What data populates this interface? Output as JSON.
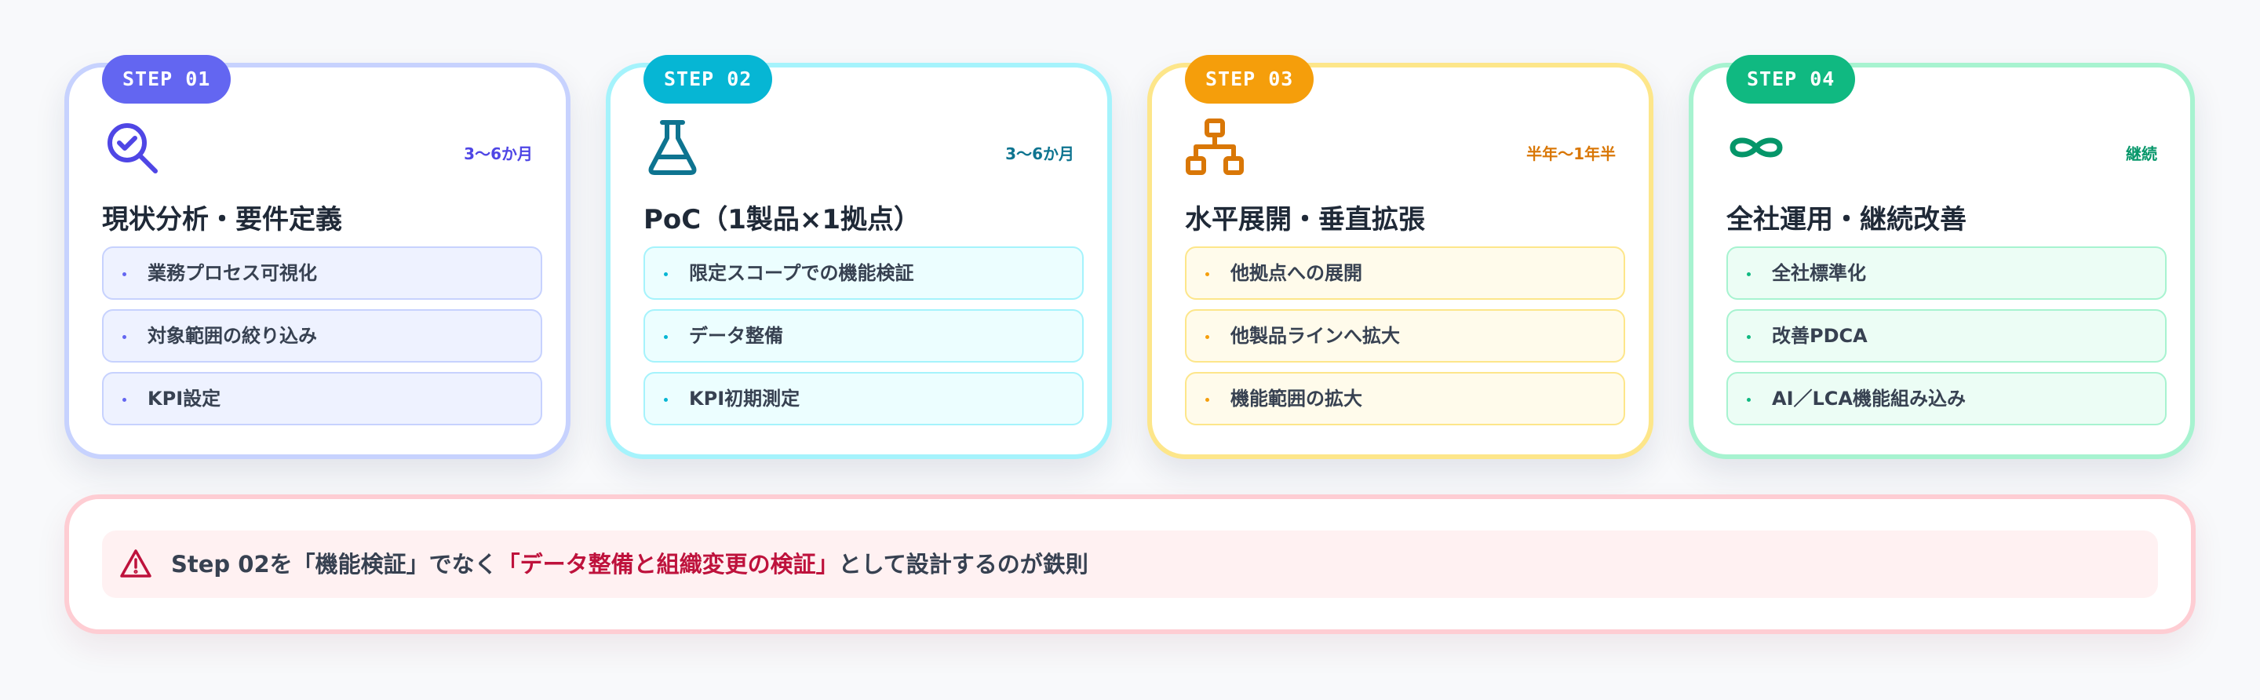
{
  "colors": {
    "step1": "#6366f1",
    "step2": "#06b6d4",
    "step3": "#f59e0b",
    "step4": "#10b981",
    "warning": "#be123c"
  },
  "steps": [
    {
      "badge": "STEP 01",
      "icon": "search-check-icon",
      "duration": "3〜6か月",
      "title": "現状分析・要件定義",
      "items": [
        "業務プロセス可視化",
        "対象範囲の絞り込み",
        "KPI設定"
      ]
    },
    {
      "badge": "STEP 02",
      "icon": "flask-icon",
      "duration": "3〜6か月",
      "title": "PoC（1製品×1拠点）",
      "items": [
        "限定スコープでの機能検証",
        "データ整備",
        "KPI初期測定"
      ]
    },
    {
      "badge": "STEP 03",
      "icon": "hierarchy-icon",
      "duration": "半年〜1年半",
      "title": "水平展開・垂直拡張",
      "items": [
        "他拠点への展開",
        "他製品ラインへ拡大",
        "機能範囲の拡大"
      ]
    },
    {
      "badge": "STEP 04",
      "icon": "infinity-icon",
      "duration": "継続",
      "title": "全社運用・継続改善",
      "items": [
        "全社標準化",
        "改善PDCA",
        "AI／LCA機能組み込み"
      ]
    }
  ],
  "warning": {
    "icon": "warning-icon",
    "prefix": "Step 02を「機能検証」でなく",
    "highlight": "「データ整備と組織変更の検証」",
    "suffix": "として設計するのが鉄則"
  }
}
